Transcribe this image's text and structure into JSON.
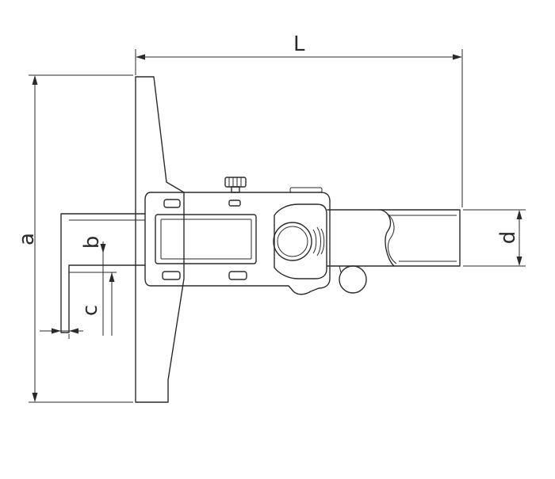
{
  "diagram": {
    "labels": {
      "length": "L",
      "height": "a",
      "depth_b": "b",
      "depth_c": "c",
      "diameter": "d"
    },
    "stroke_color": "#2a2a2a",
    "background_color": "#ffffff"
  }
}
